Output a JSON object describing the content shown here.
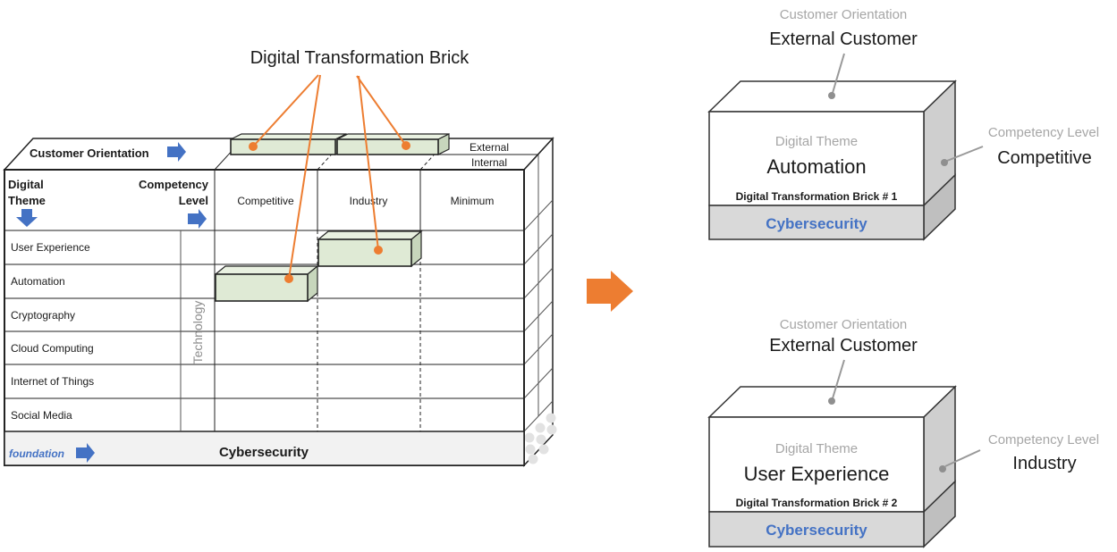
{
  "diagram_title": "Digital Transformation Brick",
  "matrix": {
    "top_axis_label": "Customer Orientation",
    "depth_labels": [
      "External",
      "Internal"
    ],
    "row_axis_label": [
      "Digital",
      "Theme"
    ],
    "col_axis_label": [
      "Competency",
      "Level"
    ],
    "columns": [
      "Competitive",
      "Industry",
      "Minimum"
    ],
    "rows": [
      "User Experience",
      "Automation",
      "Cryptography",
      "Cloud Computing",
      "Internet of Things",
      "Social Media"
    ],
    "category_label": "Technology",
    "foundation_label": "foundation",
    "foundation_value": "Cybersecurity",
    "highlighted_cells": [
      {
        "layer": "External",
        "column": "Competitive"
      },
      {
        "layer": "External",
        "column": "Industry"
      },
      {
        "row": "User Experience",
        "column": "Industry"
      },
      {
        "row": "Automation",
        "column": "Competitive"
      }
    ]
  },
  "detail_bricks": [
    {
      "orientation_label": "Customer Orientation",
      "orientation_value": "External Customer",
      "theme_label": "Digital Theme",
      "theme_value": "Automation",
      "caption": "Digital Transformation Brick # 1",
      "foundation_value": "Cybersecurity",
      "competency_label": "Competency Level",
      "competency_value": "Competitive"
    },
    {
      "orientation_label": "Customer Orientation",
      "orientation_value": "External Customer",
      "theme_label": "Digital Theme",
      "theme_value": "User Experience",
      "caption": "Digital Transformation Brick # 2",
      "foundation_value": "Cybersecurity",
      "competency_label": "Competency Level",
      "competency_value": "Industry"
    }
  ],
  "colors": {
    "accent_orange": "#ED7D31",
    "accent_blue": "#4472C4",
    "brick_green": "#DFEAD5",
    "gray_label_text": "#A6A6A6",
    "foundation_background": "#F2F2F2",
    "side_face_gray": "#CFCFCF",
    "cybersecurity_strip_gray": "#D9D9D9"
  }
}
